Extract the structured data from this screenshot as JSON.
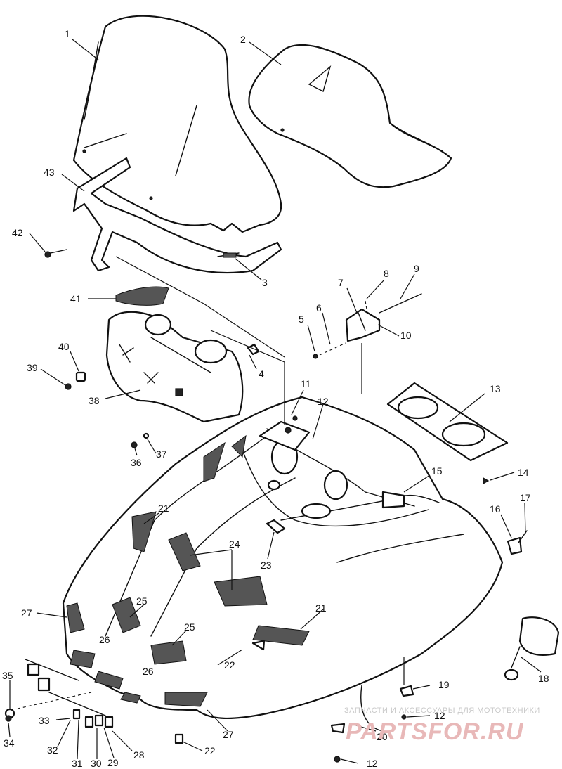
{
  "callouts": {
    "c1": "1",
    "c2": "2",
    "c3": "3",
    "c4": "4",
    "c5": "5",
    "c6": "6",
    "c7": "7",
    "c8": "8",
    "c9": "9",
    "c10": "10",
    "c11": "11",
    "c12a": "12",
    "c12b": "12",
    "c12c": "12",
    "c13": "13",
    "c14": "14",
    "c15": "15",
    "c16": "16",
    "c17": "17",
    "c18": "18",
    "c19": "19",
    "c20": "20",
    "c21a": "21",
    "c21b": "21",
    "c22a": "22",
    "c22b": "22",
    "c23": "23",
    "c24": "24",
    "c25a": "25",
    "c25b": "25",
    "c26a": "26",
    "c26b": "26",
    "c27a": "27",
    "c27b": "27",
    "c28": "28",
    "c29": "29",
    "c30": "30",
    "c31": "31",
    "c32": "32",
    "c33": "33",
    "c34": "34",
    "c35": "35",
    "c36": "36",
    "c37": "37",
    "c38": "38",
    "c39": "39",
    "c40": "40",
    "c41": "41",
    "c42": "42",
    "c43": "43"
  },
  "watermark": {
    "tagline": "ЗАПЧАСТИ И АКСЕССУАРЫ ДЛЯ МОТОТЕХНИКИ",
    "brand": "PARTSFOR.RU"
  },
  "colors": {
    "line": "#111111",
    "background": "#ffffff",
    "watermark_text": "#c9c9c9",
    "watermark_brand": "#e8b8b8"
  }
}
